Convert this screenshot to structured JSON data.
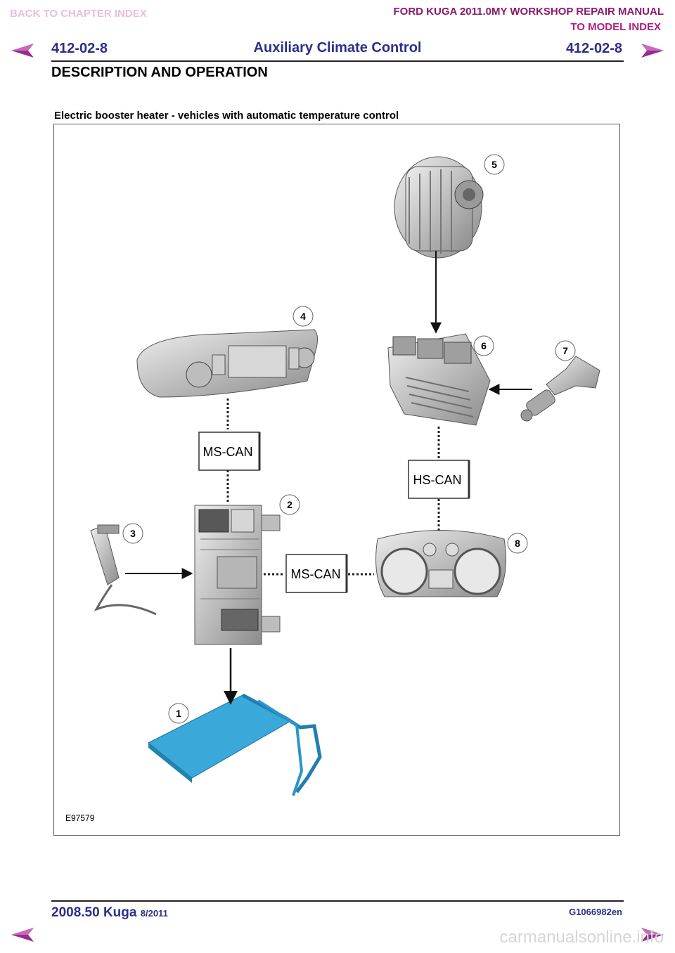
{
  "header": {
    "back_link": "BACK TO CHAPTER INDEX",
    "manual_title": "FORD KUGA 2011.0MY WORKSHOP REPAIR MANUAL",
    "model_index_link": "TO MODEL INDEX",
    "section_left": "412-02-8",
    "section_title": "Auxiliary Climate Control",
    "section_right": "412-02-8",
    "description": "DESCRIPTION AND OPERATION"
  },
  "figure": {
    "caption": "Electric booster heater - vehicles with automatic temperature control",
    "reference": "E97579",
    "callouts": [
      "1",
      "2",
      "3",
      "4",
      "5",
      "6",
      "7",
      "8"
    ],
    "bus_labels": {
      "ms_can_top": "MS-CAN",
      "hs_can": "HS-CAN",
      "ms_can_bottom": "MS-CAN"
    }
  },
  "footer": {
    "model": "2008.50 Kuga",
    "date": "8/2011",
    "code": "G1066982en"
  },
  "watermark": "carmanualsonline.info",
  "colors": {
    "nav_arrow": "#9a2a8e",
    "section_text": "#2b2f8c",
    "heater_core": "#3aa8d8"
  },
  "icons": {
    "prev_page": "left-arrow-icon",
    "next_page": "right-arrow-icon"
  }
}
